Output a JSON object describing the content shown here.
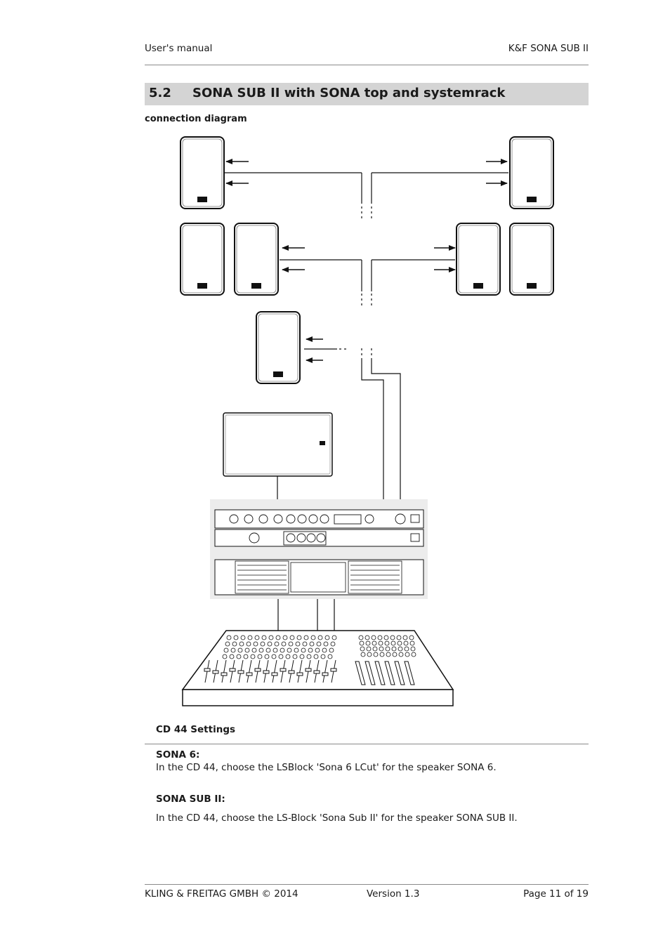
{
  "header": {
    "left": "User's manual",
    "right": "K&F SONA SUB II"
  },
  "section": {
    "number": "5.2",
    "title": "SONA SUB II with SONA top and systemrack"
  },
  "diagram": {
    "label": "connection diagram"
  },
  "settings": {
    "heading": "CD 44 Settings",
    "items": [
      {
        "label": "SONA 6:",
        "text": "In the CD 44, choose the LSBlock 'Sona 6 LCut' for the speaker SONA 6."
      },
      {
        "label": "SONA SUB II:",
        "text": "In the CD 44, choose the LS-Block 'Sona Sub II' for the speaker SONA SUB II."
      }
    ]
  },
  "footer": {
    "company": "KLING & FREITAG GMBH © 2014",
    "version": "Version 1.3",
    "page": "Page 11 of 19"
  }
}
